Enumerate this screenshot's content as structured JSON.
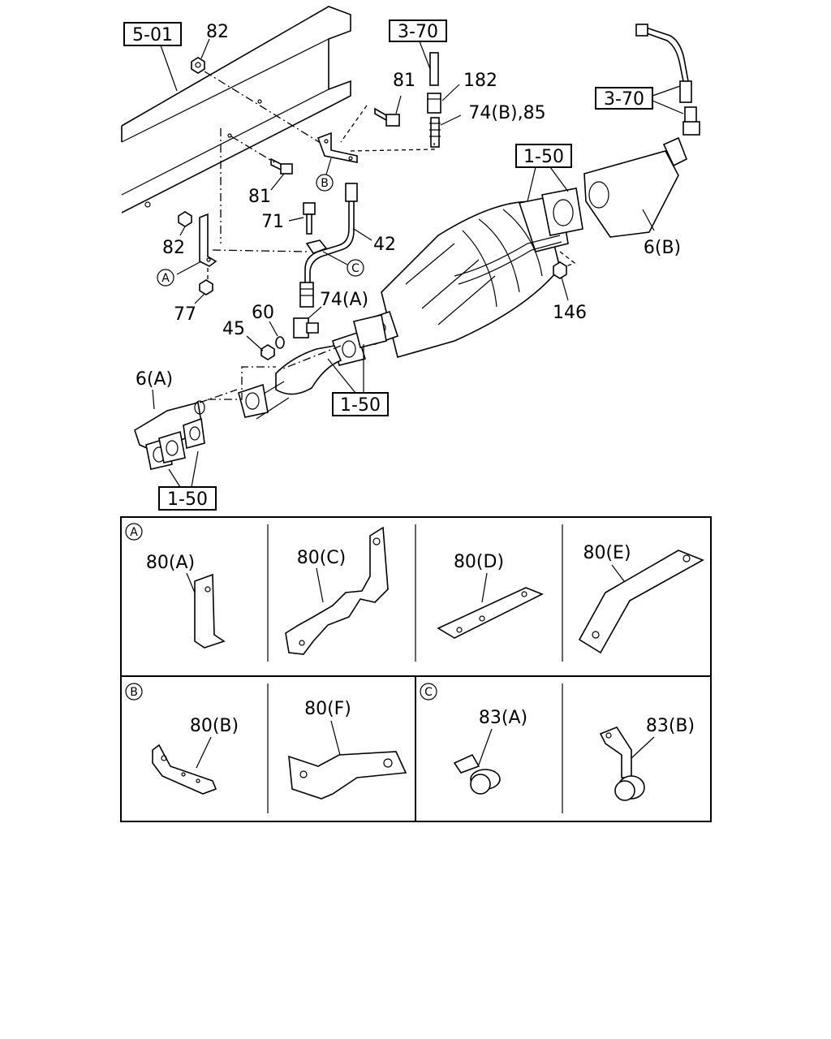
{
  "main_diagram": {
    "ref_boxes": {
      "ref_5_01": "5-01",
      "ref_3_70_top": "3-70",
      "ref_3_70_right": "3-70",
      "ref_1_50_top": "1-50",
      "ref_1_50_mid": "1-50",
      "ref_1_50_bottom": "1-50"
    },
    "callouts": {
      "c82_top": "82",
      "c81_top": "81",
      "c182": "182",
      "c74b_85": "74(B),85",
      "c81_mid": "81",
      "c71": "71",
      "c42": "42",
      "c82_left": "82",
      "c77": "77",
      "c74a": "74(A)",
      "c60": "60",
      "c45": "45",
      "c6a": "6(A)",
      "c146": "146",
      "c6b": "6(B)"
    },
    "markers": {
      "a": "A",
      "b": "B",
      "c": "C"
    }
  },
  "detail_table": {
    "section_a": {
      "marker": "A",
      "parts": [
        "80(A)",
        "80(C)",
        "80(D)",
        "80(E)"
      ]
    },
    "section_b": {
      "marker": "B",
      "parts": [
        "80(B)",
        "80(F)"
      ]
    },
    "section_c": {
      "marker": "C",
      "parts": [
        "83(A)",
        "83(B)"
      ]
    }
  }
}
